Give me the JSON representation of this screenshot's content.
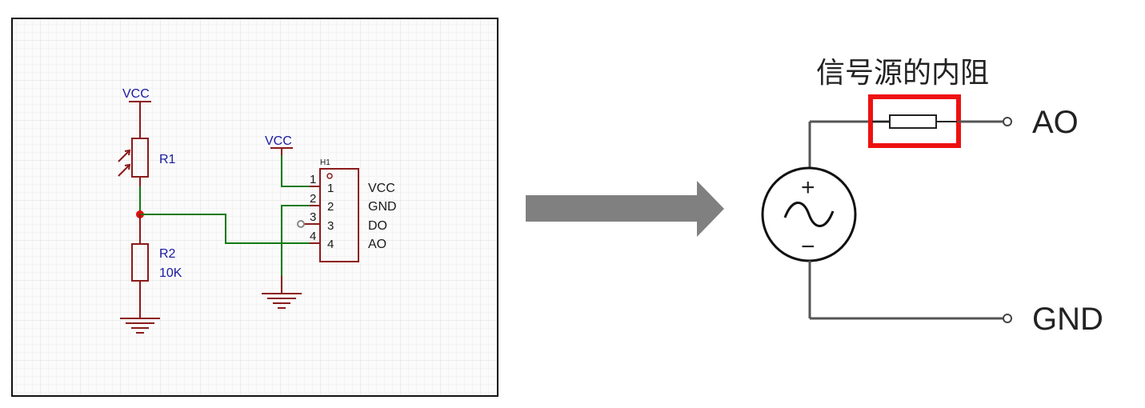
{
  "schematic": {
    "vcc_left": "VCC",
    "vcc_right": "VCC",
    "r1_label": "R1",
    "r2_label": "R2",
    "r2_value": "10K",
    "module_label": "H1",
    "pins": [
      {
        "num": "1",
        "name": "VCC"
      },
      {
        "num": "2",
        "name": "GND"
      },
      {
        "num": "3",
        "name": "DO"
      },
      {
        "num": "4",
        "name": "AO"
      }
    ],
    "colors": {
      "wire": "#117a11",
      "component": "#8b1a1a",
      "junction": "#e01010",
      "grid": "#e6e6e6"
    }
  },
  "equivalent": {
    "title": "信号源的内阻",
    "out_ao": "AO",
    "out_gnd": "GND",
    "plus": "+",
    "minus": "−",
    "highlight_color": "#ee1111"
  },
  "arrow": {
    "color": "#808080"
  }
}
